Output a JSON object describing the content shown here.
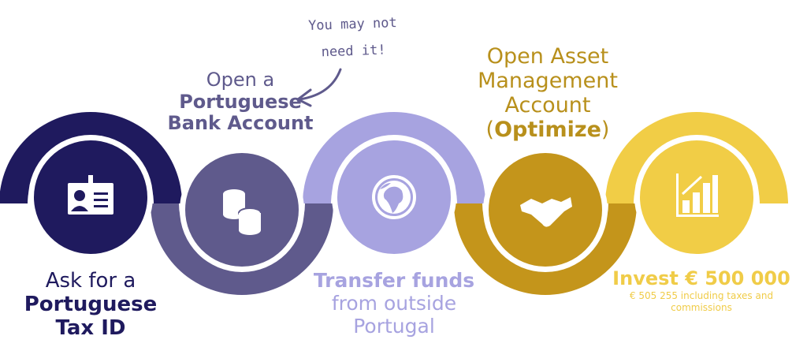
{
  "colors": {
    "step1": "#1f1a5e",
    "step2": "#5f5a8c",
    "step3": "#a7a3e0",
    "step4": "#c4951b",
    "step5": "#f1cd46"
  },
  "steps": [
    {
      "line1": "Ask for a",
      "bold": "Portuguese",
      "line3": "Tax ID",
      "icon": "id-card-icon"
    },
    {
      "line1": "Open a",
      "bold": "Portuguese",
      "line3": "Bank Account",
      "icon": "coins-icon"
    },
    {
      "bold": "Transfer funds",
      "line2": "from outside",
      "line3": "Portugal",
      "icon": "globe-icon"
    },
    {
      "line1": "Open Asset",
      "line2": "Management",
      "line3": "Account",
      "paren_open": "(",
      "bold": "Optimize",
      "paren_close": ")",
      "icon": "handshake-icon"
    },
    {
      "bold": "Invest € 500 000",
      "small": "€ 505 255 including taxes and commissions",
      "icon": "growth-chart-icon"
    }
  ],
  "note": {
    "line1": "You may not",
    "line2": "need it!"
  }
}
